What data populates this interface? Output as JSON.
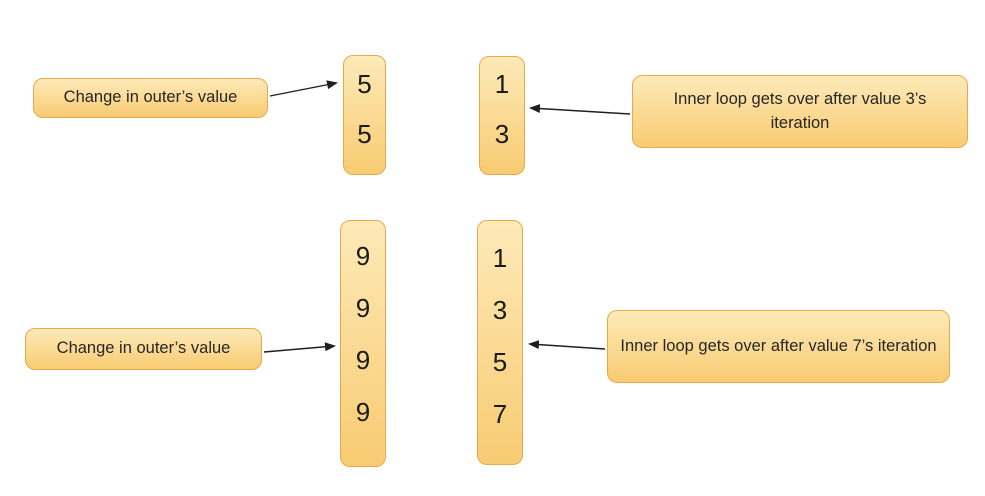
{
  "colors": {
    "background": "#ffffff",
    "box_fill_top": "#fdeab8",
    "box_fill_bottom": "#f8cb72",
    "box_border": "#e9a94b",
    "text": "#262626",
    "arrow": "#1f1f1f"
  },
  "top": {
    "outer_callout": "Change in outer’s value",
    "outer_stack": [
      "5",
      "5"
    ],
    "inner_stack": [
      "1",
      "3"
    ],
    "inner_callout": "Inner loop gets over after value 3’s iteration"
  },
  "bottom": {
    "outer_callout": "Change in outer’s value",
    "outer_stack": [
      "9",
      "9",
      "9",
      "9"
    ],
    "inner_stack": [
      "1",
      "3",
      "5",
      "7"
    ],
    "inner_callout": "Inner loop gets over after value 7’s iteration"
  }
}
